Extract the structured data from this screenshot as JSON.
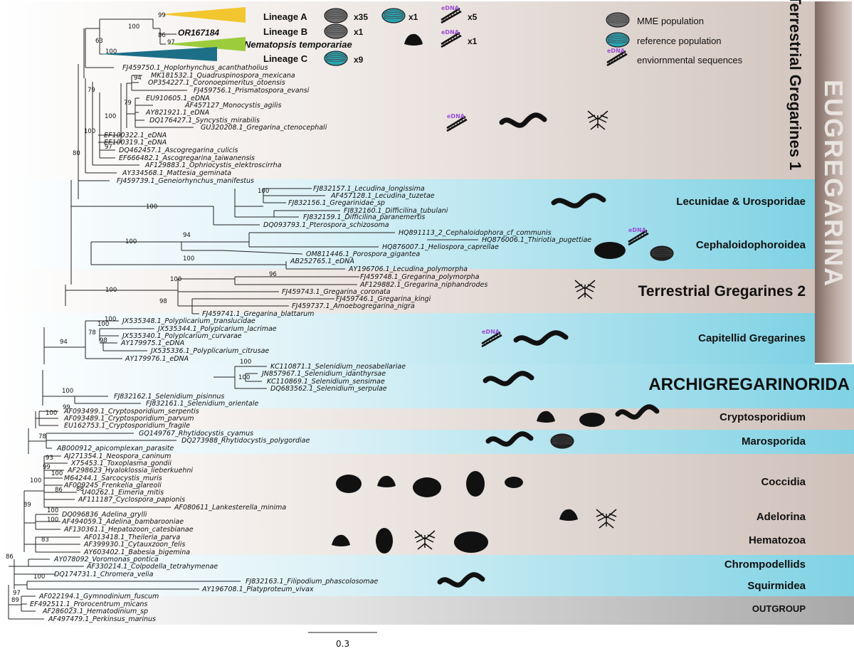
{
  "colors": {
    "tan": "#d7cbc4",
    "tan_light": "#ebe3de",
    "blue": "#5fc8dc",
    "blue_light": "#c9ecf4",
    "grey": "#9e9e9e",
    "lineageA": "#f2c62e",
    "lineageB": "#9ccc3c",
    "lineageC": "#1d6f87",
    "edna": "#9b4fd6"
  },
  "legend": {
    "mme": "MME population",
    "reference": "reference population",
    "env": "enviornmental sequences",
    "edna": "eDNA"
  },
  "lineages": [
    {
      "label": "Lineage A",
      "counts": [
        "x35",
        "x1",
        "x5"
      ]
    },
    {
      "label": "Lineage B",
      "counts": [
        "x1"
      ]
    },
    {
      "label": "Nematopsis temporariae",
      "counts": [
        "x1"
      ]
    },
    {
      "label": "Lineage C",
      "counts": [
        "x9"
      ]
    }
  ],
  "lineageB_sample": "OR167184",
  "side_labels": {
    "eugregarina": "EUGREGARINA",
    "terrestrial1": "Terrestrial Gregarines 1"
  },
  "groups": [
    "Lecunidae & Urosporidae",
    "Cephaloidophoroidea",
    "Terrestrial Gregarines 2",
    "Capitellid Gregarines",
    "ARCHIGREGARINORIDA",
    "Cryptosporidium",
    "Marosporida",
    "Coccidia",
    "Adelorina",
    "Hematozoa",
    "Chrompodellids",
    "Squirmidea",
    "OUTGROUP"
  ],
  "taxa": [
    "FJ459750.1_Hoplorhynchus_acanthatholius",
    "MK181532.1_Quadruspinospora_mexicana",
    "OP354227.1_Coronoepimeritus_otoensis",
    "FJ459756.1_Prismatospora_evansi",
    "EU910605.1_eDNA",
    "AF457127_Monocystis_agilis",
    "AY821921.1_eDNA",
    "DQ176427.1_Syncystis_mirabilis",
    "GU320208.1_Gregarina_ctenocephali",
    "EF100322.1_eDNA",
    "EF100319.1_eDNA",
    "DQ462457.1_Ascogregarina_culicis",
    "EF666482.1_Ascogregarina_taiwanensis",
    "AF129883.1_Ophriocystis_elektroscirrha",
    "AY334568.1_Mattesia_geminata",
    "FJ459739.1_Geneiorhynchus_manifestus",
    "FJ832157.1_Lecudina_longissima",
    "AF457128.1_Lecudina_tuzetae",
    "FJ832156.1_Gregarinidae_sp",
    "FJ832160.1_Difficilina_tubulani",
    "FJ832159.1_Difficilina_paranemertis",
    "DQ093793.1_Pterospora_schizosoma",
    "HQ891113_2_Cephaloidophora_cf_communis",
    "HQ876006.1_Thiriotia_pugettiae",
    "HQ876007.1_Heliospora_caprellae",
    "OM811446.1_Porospora_gigantea",
    "AB252765.1_eDNA",
    "AY196706.1_Lecudina_polymorpha",
    "FJ459748.1_Gregarina_polymorpha",
    "AF129882.1_Gregarina_niphandrodes",
    "FJ459743.1_Gregarina_coronata",
    "FJ459746.1_Gregarina_kingi",
    "FJ459737.1_Amoebogregarina_nigra",
    "FJ459741.1_Gregarina_blattarum",
    "JX535348.1_Polyplicarium_translucidae",
    "JX535344.1_Polyplcarium_lacrimae",
    "JX535340.1_Polyplcarium_curvarae",
    "AY179975.1_eDNA",
    "JX535336.1_Polyplicarium_citrusae",
    "AY179976.1_eDNA",
    "KC110871.1_Selenidium_neosabellariae",
    "JN857967.1_Selenidium_idanthyrsae",
    "KC110869.1_Selenidium_sensimae",
    "DQ683562.1_Selenidium_serpulae",
    "FJ832162.1_Selenidium_pisinnus",
    "FJ832161.1_Selenidium_orientale",
    "AF093499.1_Cryptosporidium_serpentis",
    "AF093489.1_Cryptosporidium_parvum",
    "EU162753.1_Cryptosporidium_fragile",
    "GQ149767_Rhytidocystis_cyamus",
    "DQ273988_Rhytidocystis_polygordiae",
    "AB000912_apicomplexan_parasite",
    "AJ271354.1_Neospora_caninum",
    "X75453.1_Toxoplasma_gondii",
    "AF298623_Hyaloklossia_lieberkuehni",
    "M64244.1_Sarcocystis_muris",
    "AF009245_Frenkelia_glareoli",
    "U40262.1_Eimeria_mitis",
    "AF111187_Cyclospora_papionis",
    "AF080611_Lankesterella_minima",
    "DQ096836_Adelina_grylli",
    "AF494059.1_Adelina_bambarooniae",
    "AF130361.1_Hepatozoon_catesbianae",
    "AF013418.1_Theileria_parva",
    "AF399930.1_Cytauxzoon_felis",
    "AY603402.1_Babesia_bigemina",
    "AY078092_Voromonas_pontica",
    "AF330214.1_Colpodella_tetrahymenae",
    "DQ174731.1_Chromera_velia",
    "FJ832163.1_Filipodium_phascolosomae",
    "AY196708.1_Platyproteum_vivax",
    "AF022194.1_Gymnodinium_fuscum",
    "EF492511.1_Prorocentrum_micans",
    "AF286023.1_Hematodinium_sp",
    "AF497479.1_Perkinsus_marinus"
  ],
  "supports": [
    "99",
    "100",
    "86",
    "97",
    "63",
    "100",
    "79",
    "94",
    "79",
    "100",
    "100",
    "80",
    "97",
    "100",
    "100",
    "100",
    "94",
    "100",
    "100",
    "96",
    "100",
    "98",
    "100",
    "100",
    "78",
    "98",
    "94",
    "100",
    "100",
    "100",
    "100",
    "99",
    "78",
    "93",
    "99",
    "100",
    "86",
    "100",
    "89",
    "100",
    "100",
    "83",
    "86",
    "89",
    "97",
    "100",
    "88"
  ],
  "scale": {
    "label": "0.3"
  }
}
